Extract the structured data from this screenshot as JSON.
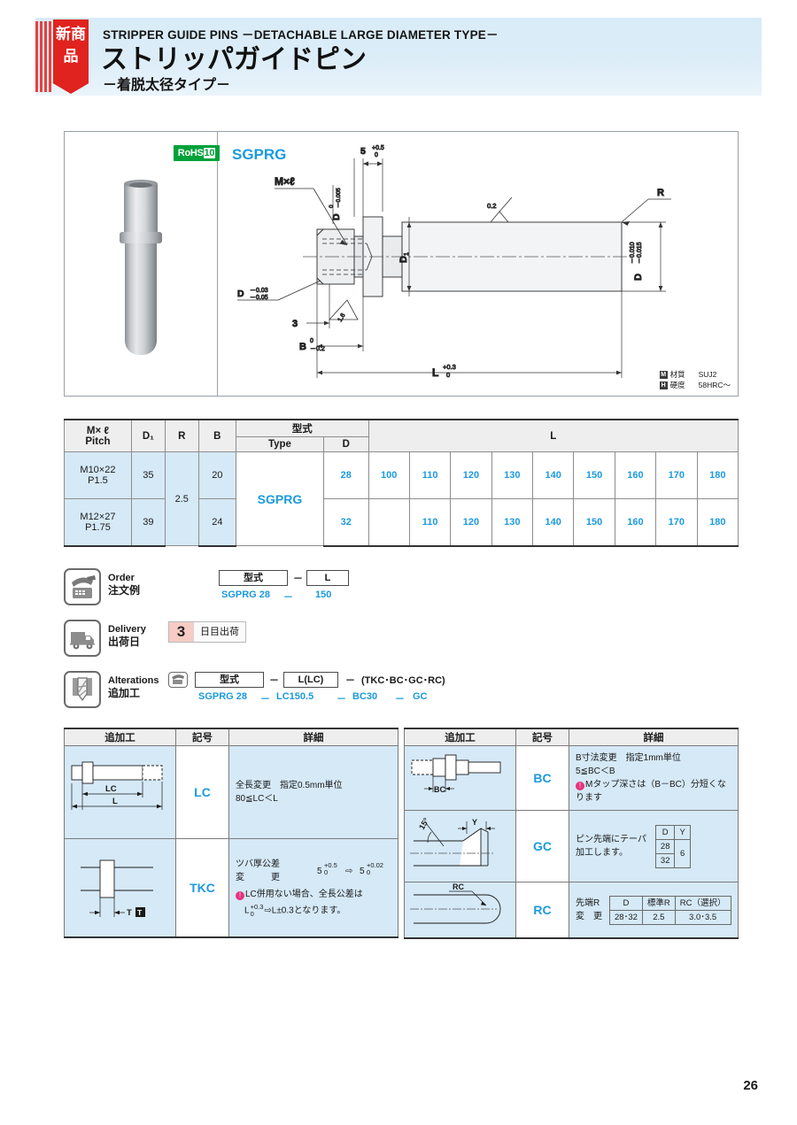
{
  "header": {
    "badge_text": "新商品",
    "subtitle": "STRIPPER GUIDE PINS －DETACHABLE LARGE DIAMETER TYPE－",
    "title": "ストリッパガイドピン",
    "title2": "－着脱太径タイプ－"
  },
  "drawing": {
    "rohs_label": "RoHS",
    "rohs_number": "10",
    "type_label": "SGPRG",
    "labels": {
      "thread": "M×ℓ",
      "d_top_tol": "D",
      "d_top_tol_up": "0",
      "d_top_tol_dn": "-0.005",
      "flange_thk": "5",
      "flange_thk_up": "+0.5",
      "flange_thk_dn": "0",
      "d_bottom": "D",
      "d_bottom_up": "-0.03",
      "d_bottom_dn": "-0.05",
      "dim3": "3",
      "rough16": "1.6",
      "dimB": "B",
      "dimB_up": "0",
      "dimB_dn": "-0.2",
      "d1": "D₁",
      "rough02": "0.2",
      "r_label": "R",
      "d_right": "D",
      "d_right_up": "-0.010",
      "d_right_dn": "-0.015",
      "length": "L",
      "length_up": "+0.3",
      "length_dn": "0"
    },
    "material": {
      "m_icon": "M",
      "m_label": "材質",
      "m_value": "SUJ2",
      "h_icon": "H",
      "h_label": "硬度",
      "h_value": "58HRC～"
    }
  },
  "spec_table": {
    "headers": {
      "thread": "M× ℓ",
      "pitch": "Pitch",
      "d1": "D₁",
      "r": "R",
      "b": "B",
      "type_jp": "型式",
      "type_en": "Type",
      "d": "D",
      "l": "L"
    },
    "rows": [
      {
        "thread": "M10×22",
        "pitch": "P1.5",
        "d1": "35",
        "r": "2.5",
        "b": "20",
        "type": "SGPRG",
        "d": "28",
        "l_values": [
          "100",
          "110",
          "120",
          "130",
          "140",
          "150",
          "160",
          "170",
          "180"
        ]
      },
      {
        "thread": "M12×27",
        "pitch": "P1.75",
        "d1": "39",
        "b": "24",
        "d": "32",
        "l_values": [
          "",
          "110",
          "120",
          "130",
          "140",
          "150",
          "160",
          "170",
          "180"
        ]
      }
    ]
  },
  "order": {
    "icon": "phone-icon",
    "label_en": "Order",
    "label_jp": "注文例",
    "field_type": "型式",
    "field_l": "L",
    "sep": "－",
    "example_type": "SGPRG 28",
    "example_sep": "－",
    "example_l": "150"
  },
  "delivery": {
    "icon": "truck-icon",
    "label_en": "Delivery",
    "label_jp": "出荷日",
    "days": "3",
    "days_unit": "日目出荷"
  },
  "alterations_head": {
    "icon": "drill-icon",
    "label_en": "Alterations",
    "label_jp": "追加工",
    "field_type": "型式",
    "field_l": "L(LC)",
    "field_opts": "(TKC･BC･GC･RC)",
    "sep1": "－",
    "sep2": "－",
    "example_type": "SGPRG 28",
    "example_l": "LC150.5",
    "example_bc": "BC30",
    "example_gc": "GC",
    "ex_sep1": "－",
    "ex_sep2": "－",
    "ex_sep3": "－"
  },
  "alt_table_left": {
    "headers": {
      "proc": "追加工",
      "sym": "記号",
      "detail": "詳細"
    },
    "rows": [
      {
        "symbol": "LC",
        "fig": "lc-figure",
        "fig_labels": {
          "lc": "LC",
          "l": "L"
        },
        "detail_line1": "全長変更　指定0.5mm単位",
        "detail_line2": "80≦LC＜L"
      },
      {
        "symbol": "TKC",
        "fig": "tkc-figure",
        "fig_labels": {
          "t": "T"
        },
        "detail_line1": "ツバ厚公差",
        "detail_line2": "変　　　更",
        "tol_from": "5",
        "tol_from_up": "+0.5",
        "tol_from_dn": "0",
        "arrow": "⇨",
        "tol_to": "5",
        "tol_to_up": "+0.02",
        "tol_to_dn": "0",
        "note1": "LC併用ない場合、全長公差は",
        "note2_a": "L",
        "note2_up": "+0.3",
        "note2_dn": "0",
        "note2_b": "⇨L±0.3となります。"
      }
    ]
  },
  "alt_table_right": {
    "headers": {
      "proc": "追加工",
      "sym": "記号",
      "detail": "詳細"
    },
    "rows": [
      {
        "symbol": "BC",
        "fig": "bc-figure",
        "fig_labels": {
          "bc": "BC"
        },
        "detail_line1": "B寸法変更　指定1mm単位",
        "detail_line2": "5≦BC＜B",
        "detail_line3": "Mタップ深さは（B－BC）分短くなります"
      },
      {
        "symbol": "GC",
        "fig": "gc-figure",
        "fig_labels": {
          "angle": "15°",
          "y": "Y"
        },
        "detail_line1": "ピン先端にテーパ",
        "detail_line2": "加工します。",
        "mini_headers": [
          "D",
          "Y"
        ],
        "mini_rows": [
          [
            "28",
            "6"
          ],
          [
            "32",
            ""
          ]
        ]
      },
      {
        "symbol": "RC",
        "fig": "rc-figure",
        "fig_labels": {
          "rc": "RC"
        },
        "detail_line1": "先端R",
        "detail_line2": "変　更",
        "mini_headers": [
          "D",
          "標準R",
          "RC（選択）"
        ],
        "mini_rows": [
          [
            "28･32",
            "2.5",
            "3.0･3.5"
          ]
        ]
      }
    ]
  },
  "footer": {
    "page_number": "26"
  },
  "colors": {
    "accent_cyan": "#1b9ae0",
    "header_bg": "#d8ecf7",
    "badge_red": "#e0231f",
    "table_blue": "#d5e9f7",
    "rohs_green": "#00a13a",
    "delivery_pink": "#f6ccc4"
  }
}
